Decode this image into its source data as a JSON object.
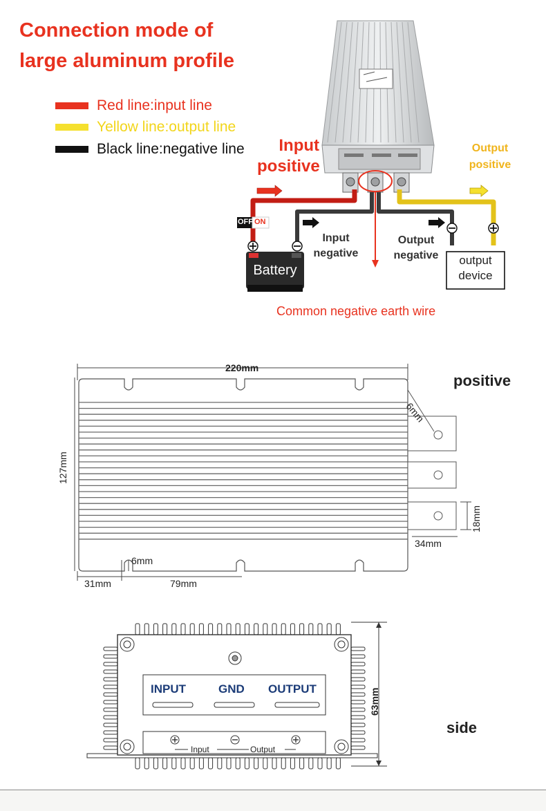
{
  "title": {
    "line1": "Connection mode of",
    "line2": "large aluminum profile"
  },
  "legend": [
    {
      "text": "Red line:input line",
      "color": "#e8321f"
    },
    {
      "text": "Yellow line:output line",
      "color": "#f5e02e"
    },
    {
      "text": "Black line:negative line",
      "color": "#111111"
    }
  ],
  "wiring": {
    "input_positive": "Input positive",
    "output_positive": "Output positive",
    "input_negative": "Input negative",
    "output_negative": "Output negative",
    "off": "OFF",
    "on": "ON",
    "battery": "Battery",
    "output_device": "output device",
    "common_negative": "Common negative earth wire"
  },
  "top_view": {
    "label": "positive",
    "width": "220mm",
    "height": "127mm",
    "hole": "6mm",
    "terminal_width": "34mm",
    "terminal_height": "18mm",
    "slot_width": "6mm",
    "offset_left": "31mm",
    "slot_spacing": "79mm"
  },
  "side_view": {
    "label": "side",
    "height": "63mm",
    "terminals": [
      "INPUT",
      "GND",
      "OUTPUT"
    ],
    "input_small": "Input",
    "output_small": "Output"
  },
  "colors": {
    "red": "#e8321f",
    "yellow": "#f5e02e",
    "black": "#111111"
  }
}
